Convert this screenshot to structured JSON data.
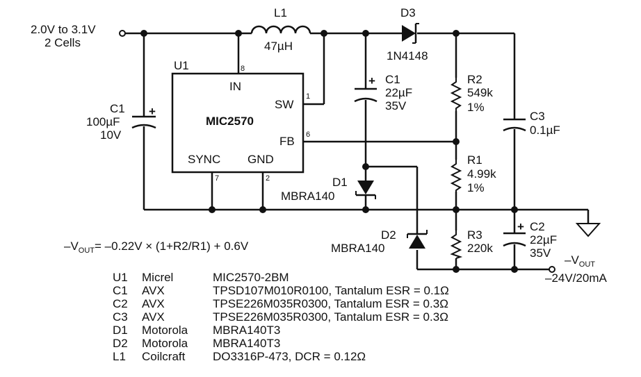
{
  "input": {
    "line1": "2.0V to 3.1V",
    "line2": "2 Cells"
  },
  "ic": {
    "ref": "U1",
    "name": "MIC2570",
    "pin_in": "IN",
    "pin_sw": "SW",
    "pin_fb": "FB",
    "pin_sync": "SYNC",
    "pin_gnd": "GND",
    "pin8": "8",
    "pin1": "1",
    "pin6": "6",
    "pin7": "7",
    "pin2": "2"
  },
  "inductor": {
    "ref": "L1",
    "value": "47µH"
  },
  "d3": {
    "ref": "D3",
    "part": "1N4148"
  },
  "c1_in": {
    "ref": "C1",
    "value": "100µF",
    "voltage": "10V"
  },
  "c1_mid": {
    "ref": "C1",
    "value": "22µF",
    "voltage": "35V"
  },
  "r2": {
    "ref": "R2",
    "value": "549k",
    "tol": "1%"
  },
  "r1": {
    "ref": "R1",
    "value": "4.99k",
    "tol": "1%"
  },
  "r3": {
    "ref": "R3",
    "value": "220k"
  },
  "c3": {
    "ref": "C3",
    "value": "0.1µF"
  },
  "c2": {
    "ref": "C2",
    "value": "22µF",
    "voltage": "35V"
  },
  "d1": {
    "ref": "D1",
    "part": "MBRA140"
  },
  "d2": {
    "ref": "D2",
    "part": "MBRA140"
  },
  "output": {
    "label": "–V",
    "sub": "OUT",
    "spec": "–24V/20mA"
  },
  "formula": {
    "prefix": "–V",
    "sub": "OUT",
    "rest": "= –0.22V × (1+R2/R1) + 0.6V"
  },
  "bom": [
    {
      "ref": "U1",
      "mfr": "Micrel",
      "desc": "MIC2570-2BM"
    },
    {
      "ref": "C1",
      "mfr": "AVX",
      "desc": "TPSD107M010R0100, Tantalum ESR = 0.1Ω"
    },
    {
      "ref": "C2",
      "mfr": "AVX",
      "desc": "TPSE226M035R0300, Tantalum ESR = 0.3Ω"
    },
    {
      "ref": "C3",
      "mfr": "AVX",
      "desc": "TPSE226M035R0300, Tantalum ESR = 0.3Ω"
    },
    {
      "ref": "D1",
      "mfr": "Motorola",
      "desc": "MBRA140T3"
    },
    {
      "ref": "D2",
      "mfr": "Motorola",
      "desc": "MBRA140T3"
    },
    {
      "ref": "L1",
      "mfr": "Coilcraft",
      "desc": "DO3316P-473, DCR = 0.12Ω"
    }
  ]
}
